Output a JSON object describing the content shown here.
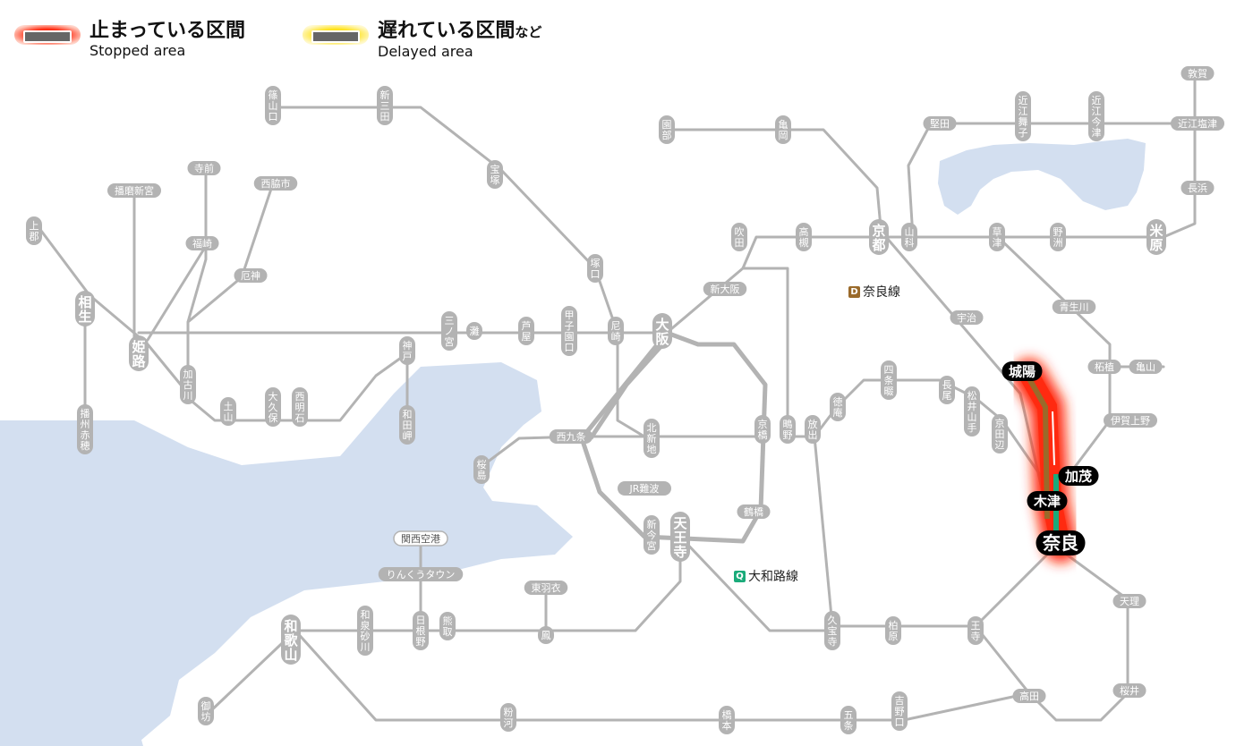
{
  "legend": {
    "stopped": {
      "label_jp": "止まっている区間",
      "label_en": "Stopped area",
      "color": "#ff3b1f"
    },
    "delayed": {
      "label_jp": "遅れている区間",
      "label_jp_suffix": "など",
      "label_en": "Delayed area",
      "color": "#ffe21a"
    }
  },
  "lines": {
    "nara": {
      "badge": "D",
      "name": "奈良線",
      "color": "#9a6a2a"
    },
    "yamatoji": {
      "badge": "Q",
      "name": "大和路線",
      "color": "#1aab7a"
    }
  },
  "colors": {
    "track": "#b3b3b3",
    "station_bg": "#b3b3b3",
    "water": "#d3dff0",
    "highlight_station": "#000000",
    "stopped_glow": "#ff2a10"
  },
  "stations": [
    {
      "id": "sasayamaguchi",
      "name": "篠山口"
    },
    {
      "id": "shinsanda",
      "name": "新三田"
    },
    {
      "id": "takarazuka",
      "name": "宝塚"
    },
    {
      "id": "sonobe",
      "name": "園部"
    },
    {
      "id": "kameoka",
      "name": "亀岡"
    },
    {
      "id": "katata",
      "name": "堅田"
    },
    {
      "id": "omimaiko",
      "name": "近江舞子"
    },
    {
      "id": "omiimazu",
      "name": "近江今津"
    },
    {
      "id": "tsuruga",
      "name": "敦賀"
    },
    {
      "id": "omishiotsu",
      "name": "近江塩津"
    },
    {
      "id": "nagahama",
      "name": "長浜"
    },
    {
      "id": "maibara",
      "name": "米原"
    },
    {
      "id": "yasu",
      "name": "野洲"
    },
    {
      "id": "kusatsu",
      "name": "草津"
    },
    {
      "id": "yamashina",
      "name": "山科"
    },
    {
      "id": "kyoto",
      "name": "京都"
    },
    {
      "id": "takatsuki",
      "name": "高槻"
    },
    {
      "id": "suita",
      "name": "吹田"
    },
    {
      "id": "shinosaka",
      "name": "新大阪"
    },
    {
      "id": "osaka",
      "name": "大阪"
    },
    {
      "id": "tsukaguchi",
      "name": "塚口"
    },
    {
      "id": "amagasaki",
      "name": "尼崎"
    },
    {
      "id": "koshienguchi",
      "name": "甲子園口"
    },
    {
      "id": "ashiya",
      "name": "芦屋"
    },
    {
      "id": "nada",
      "name": "灘"
    },
    {
      "id": "sannomiya",
      "name": "三ノ宮"
    },
    {
      "id": "kobe",
      "name": "神戸"
    },
    {
      "id": "wadamisaki",
      "name": "和田岬"
    },
    {
      "id": "nishiakashi",
      "name": "西明石"
    },
    {
      "id": "okubo",
      "name": "大久保"
    },
    {
      "id": "tsuchiyama",
      "name": "土山"
    },
    {
      "id": "kakogawa",
      "name": "加古川"
    },
    {
      "id": "yakujin",
      "name": "厄神"
    },
    {
      "id": "nishiwakishi",
      "name": "西脇市"
    },
    {
      "id": "teramae",
      "name": "寺前"
    },
    {
      "id": "fukusaki",
      "name": "福崎"
    },
    {
      "id": "harimashingu",
      "name": "播磨新宮"
    },
    {
      "id": "kamigori",
      "name": "上郡"
    },
    {
      "id": "aioi",
      "name": "相生"
    },
    {
      "id": "banshuako",
      "name": "播州赤穂"
    },
    {
      "id": "himeji",
      "name": "姫路"
    },
    {
      "id": "uji",
      "name": "宇治"
    },
    {
      "id": "joyo",
      "name": "城陽"
    },
    {
      "id": "kizu",
      "name": "木津"
    },
    {
      "id": "kamo",
      "name": "加茂"
    },
    {
      "id": "nara",
      "name": "奈良"
    },
    {
      "id": "aoyama",
      "name": "青生川"
    },
    {
      "id": "tsuge",
      "name": "柘植"
    },
    {
      "id": "kameyama",
      "name": "亀山"
    },
    {
      "id": "igaueno",
      "name": "伊賀上野"
    },
    {
      "id": "shijonawate",
      "name": "四条畷"
    },
    {
      "id": "nagao",
      "name": "長尾"
    },
    {
      "id": "matsuiyamate",
      "name": "松井山手"
    },
    {
      "id": "kyotanabe",
      "name": "京田辺"
    },
    {
      "id": "tokuan",
      "name": "徳庵"
    },
    {
      "id": "hanaten",
      "name": "放出"
    },
    {
      "id": "shigino",
      "name": "鴫野"
    },
    {
      "id": "kyobashi",
      "name": "京橋"
    },
    {
      "id": "kitashinchi",
      "name": "北新地"
    },
    {
      "id": "nishikujo",
      "name": "西九条"
    },
    {
      "id": "sakurajima",
      "name": "桜島"
    },
    {
      "id": "jrnamba",
      "name": "JR難波"
    },
    {
      "id": "shinimamiya",
      "name": "新今宮"
    },
    {
      "id": "tennoji",
      "name": "天王寺"
    },
    {
      "id": "tsuruhashi",
      "name": "鶴橋"
    },
    {
      "id": "kansaiairport",
      "name": "関西空港"
    },
    {
      "id": "rinkutown",
      "name": "りんくうタウン"
    },
    {
      "id": "higashihagoromo",
      "name": "東羽衣"
    },
    {
      "id": "otori",
      "name": "鳳"
    },
    {
      "id": "kumatori",
      "name": "熊取"
    },
    {
      "id": "hineno",
      "name": "日根野"
    },
    {
      "id": "izumisunagawa",
      "name": "和泉砂川"
    },
    {
      "id": "wakayama",
      "name": "和歌山"
    },
    {
      "id": "gobo",
      "name": "御坊"
    },
    {
      "id": "kokawa",
      "name": "粉河"
    },
    {
      "id": "hashimoto",
      "name": "橋本"
    },
    {
      "id": "gojo",
      "name": "五条"
    },
    {
      "id": "yoshinoguchi",
      "name": "吉野口"
    },
    {
      "id": "takada",
      "name": "高田"
    },
    {
      "id": "oji",
      "name": "王寺"
    },
    {
      "id": "kashiwara",
      "name": "柏原"
    },
    {
      "id": "kyuhoji",
      "name": "久宝寺"
    },
    {
      "id": "tenri",
      "name": "天理"
    },
    {
      "id": "sakurai",
      "name": "桜井"
    }
  ]
}
